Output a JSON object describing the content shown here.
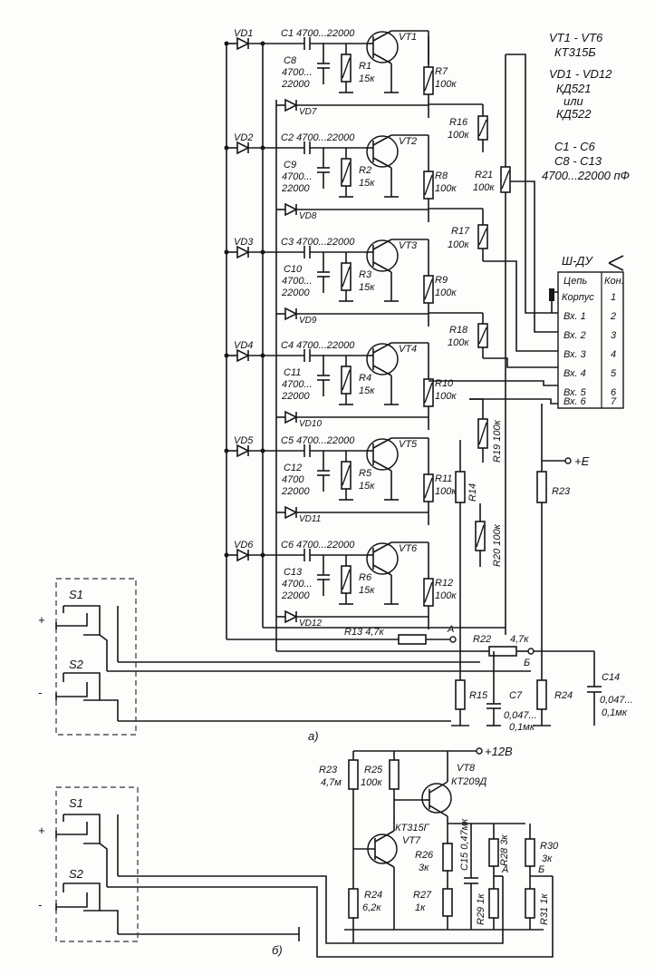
{
  "legend": {
    "line1": "VT1 - VT6",
    "line2": "КТ315Б",
    "line3": "VD1 - VD12",
    "line4": "КД521",
    "line5": "или",
    "line6": "КД522",
    "line7": "C1 - C6",
    "line8": "C8 - C13",
    "line9": "4700...22000 пФ"
  },
  "connector": {
    "name": "Ш-ДУ",
    "col1": "Цепь",
    "col2": "Кон.",
    "rows": [
      {
        "circuit": "Корпус",
        "pin": "1"
      },
      {
        "circuit": "Вх. 1",
        "pin": "2"
      },
      {
        "circuit": "Вх. 2",
        "pin": "3"
      },
      {
        "circuit": "Вх. 3",
        "pin": "4"
      },
      {
        "circuit": "Вх. 4",
        "pin": "5"
      },
      {
        "circuit": "Вх. 5",
        "pin": "6"
      },
      {
        "circuit": "Вх. 6",
        "pin": "7"
      }
    ]
  },
  "stages": [
    {
      "vd_in": "VD1",
      "cap": "C1  4700...22000",
      "vt": "VT1",
      "c_shunt": "C8",
      "c_val1": "4700...",
      "c_val2": "22000",
      "r_bias": "R1",
      "r_bias_val": "15к",
      "r_out": "R7",
      "r_out_val": "100к",
      "vd_fb": "VD7"
    },
    {
      "vd_in": "VD2",
      "cap": "C2  4700...22000",
      "vt": "VT2",
      "c_shunt": "C9",
      "c_val1": "4700...",
      "c_val2": "22000",
      "r_bias": "R2",
      "r_bias_val": "15к",
      "r_out": "R8",
      "r_out_val": "100к",
      "vd_fb": "VD8"
    },
    {
      "vd_in": "VD3",
      "cap": "C3  4700...22000",
      "vt": "VT3",
      "c_shunt": "C10",
      "c_val1": "4700...",
      "c_val2": "22000",
      "r_bias": "R3",
      "r_bias_val": "15к",
      "r_out": "R9",
      "r_out_val": "100к",
      "vd_fb": "VD9"
    },
    {
      "vd_in": "VD4",
      "cap": "C4  4700...22000",
      "vt": "VT4",
      "c_shunt": "C11",
      "c_val1": "4700...",
      "c_val2": "22000",
      "r_bias": "R4",
      "r_bias_val": "15к",
      "r_out": "R10",
      "r_out_val": "100к",
      "vd_fb": "VD10"
    },
    {
      "vd_in": "VD5",
      "cap": "C5  4700...22000",
      "vt": "VT5",
      "c_shunt": "C12",
      "c_val1": "4700",
      "c_val2": "22000",
      "r_bias": "R5",
      "r_bias_val": "15к",
      "r_out": "R11",
      "r_out_val": "100к",
      "vd_fb": "VD11"
    },
    {
      "vd_in": "VD6",
      "cap": "C6  4700...22000",
      "vt": "VT6",
      "c_shunt": "C13",
      "c_val1": "4700...",
      "c_val2": "22000",
      "r_bias": "R6",
      "r_bias_val": "15к",
      "r_out": "R12",
      "r_out_val": "100к",
      "vd_fb": "VD12"
    }
  ],
  "resistors_top": {
    "r16": "R16",
    "r16_val": "100к",
    "r21": "R21",
    "r21_val": "100к",
    "r17": "R17",
    "r17_val": "100к",
    "r18": "R18",
    "r18_val": "100к",
    "r19": "R19  100к",
    "r20": "R20  100к",
    "r14": "R14",
    "r23": "R23",
    "e_label": "+E"
  },
  "bottom_a": {
    "r13": "R13  4,7к",
    "node_a": "А",
    "r22": "R22",
    "r22_val": "4,7к",
    "node_b": "Б",
    "c14": "C14",
    "c14_val1": "0,047...",
    "c14_val2": "0,1мк",
    "r15": "R15",
    "c7": "C7",
    "c7_val1": "0,047...",
    "c7_val2": "0,1мк",
    "r24": "R24",
    "s1": "S1",
    "s2": "S2",
    "plus": "+",
    "minus": "-",
    "caption": "а)"
  },
  "bottom_b": {
    "supply": "+12В",
    "r23": "R23",
    "r23_val": "4,7м",
    "r25": "R25",
    "r25_val": "100к",
    "vt8": "VT8",
    "vt8_type": "КТ209Д",
    "vt7_type": "КТ315Г",
    "vt7": "VT7",
    "r26": "R26",
    "r26_val": "3к",
    "c15": "C15  0,47мк",
    "r28": "R28  3к",
    "r30": "R30",
    "r30_val": "3к",
    "node_a": "А",
    "node_b": "Б",
    "r24": "R24",
    "r24_val": "6,2к",
    "r27": "R27",
    "r27_val": "1к",
    "r29": "R29  1к",
    "r31": "R31  1к",
    "s1": "S1",
    "s2": "S2",
    "plus": "+",
    "minus": "-",
    "caption": "б)"
  }
}
